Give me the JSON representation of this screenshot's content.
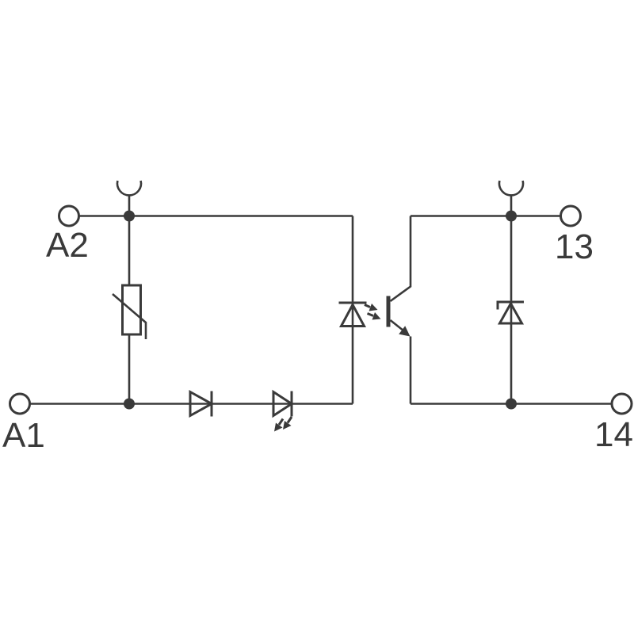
{
  "diagram": {
    "terminals": {
      "a2": "A2",
      "a1": "A1",
      "t13": "13",
      "t14": "14"
    },
    "symbols": {
      "plug_contact_left": "plug-in-contact",
      "plug_contact_right": "plug-in-contact",
      "varistor": "varistor",
      "series_diode": "diode",
      "indicator_led": "led",
      "optocoupler_led": "optocoupler-led-emitter",
      "phototransistor": "optocoupler-phototransistor",
      "suppressor_diode": "zener-suppressor-diode"
    }
  },
  "colors": {
    "line": "#3a3a3a",
    "background": "#ffffff"
  }
}
